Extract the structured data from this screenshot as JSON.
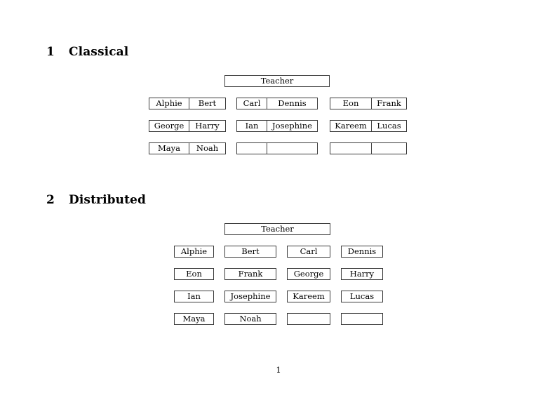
{
  "document": {
    "page_number": "1"
  },
  "sections": [
    {
      "number": "1",
      "title": "Classical",
      "layout": "grouped-pairs",
      "root": {
        "label": "Teacher"
      },
      "rows": [
        {
          "groups": [
            {
              "cells": [
                "Alphie",
                "Bert"
              ]
            },
            {
              "cells": [
                "Carl",
                "Dennis"
              ]
            },
            {
              "cells": [
                "Eon",
                "Frank"
              ]
            }
          ]
        },
        {
          "groups": [
            {
              "cells": [
                "George",
                "Harry"
              ]
            },
            {
              "cells": [
                "Ian",
                "Josephine"
              ]
            },
            {
              "cells": [
                "Kareem",
                "Lucas"
              ]
            }
          ]
        },
        {
          "groups": [
            {
              "cells": [
                "Maya",
                "Noah"
              ]
            },
            {
              "cells": [
                "",
                ""
              ]
            },
            {
              "cells": [
                "",
                ""
              ]
            }
          ]
        }
      ]
    },
    {
      "number": "2",
      "title": "Distributed",
      "layout": "individual-boxes",
      "root": {
        "label": "Teacher"
      },
      "rows": [
        {
          "cells": [
            "Alphie",
            "Bert",
            "Carl",
            "Dennis"
          ]
        },
        {
          "cells": [
            "Eon",
            "Frank",
            "George",
            "Harry"
          ]
        },
        {
          "cells": [
            "Ian",
            "Josephine",
            "Kareem",
            "Lucas"
          ]
        },
        {
          "cells": [
            "Maya",
            "Noah",
            "",
            ""
          ]
        }
      ]
    }
  ],
  "colors": {
    "page_background": "#ffffff",
    "text": "#000000",
    "box_border": "#3b3b3b"
  }
}
